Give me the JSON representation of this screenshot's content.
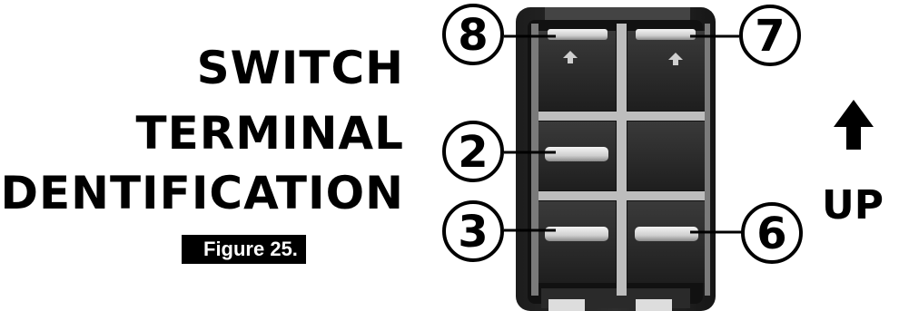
{
  "title": {
    "line1": "SWITCH",
    "line2": "TERMINAL",
    "line3": "IDENTIFICATION"
  },
  "figure_label": "Figure 25.",
  "terminals": {
    "top_left": "8",
    "top_right": "7",
    "middle_left": "2",
    "bottom_left": "3",
    "bottom_right": "6"
  },
  "direction_label": "UP",
  "icons": {
    "direction": "up-arrow-icon"
  }
}
